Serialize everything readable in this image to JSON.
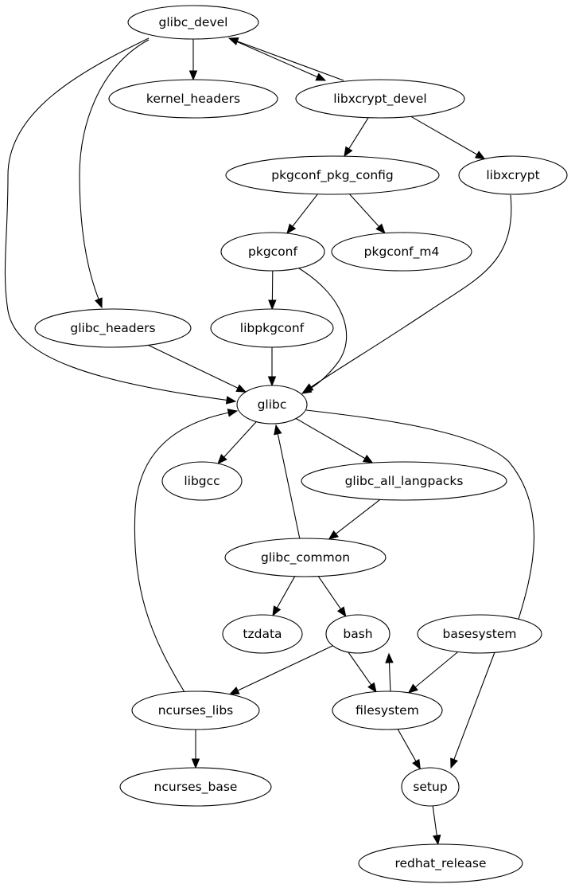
{
  "diagram": {
    "type": "directed-graph",
    "title": "",
    "nodes": [
      {
        "id": "glibc_devel",
        "label": "glibc_devel"
      },
      {
        "id": "kernel_headers",
        "label": "kernel_headers"
      },
      {
        "id": "libxcrypt_devel",
        "label": "libxcrypt_devel"
      },
      {
        "id": "pkgconf_pkg_config",
        "label": "pkgconf_pkg_config"
      },
      {
        "id": "libxcrypt",
        "label": "libxcrypt"
      },
      {
        "id": "pkgconf",
        "label": "pkgconf"
      },
      {
        "id": "pkgconf_m4",
        "label": "pkgconf_m4"
      },
      {
        "id": "glibc_headers",
        "label": "glibc_headers"
      },
      {
        "id": "libpkgconf",
        "label": "libpkgconf"
      },
      {
        "id": "glibc",
        "label": "glibc"
      },
      {
        "id": "libgcc",
        "label": "libgcc"
      },
      {
        "id": "glibc_all_langpacks",
        "label": "glibc_all_langpacks"
      },
      {
        "id": "glibc_common",
        "label": "glibc_common"
      },
      {
        "id": "tzdata",
        "label": "tzdata"
      },
      {
        "id": "bash",
        "label": "bash"
      },
      {
        "id": "basesystem",
        "label": "basesystem"
      },
      {
        "id": "ncurses_libs",
        "label": "ncurses_libs"
      },
      {
        "id": "filesystem",
        "label": "filesystem"
      },
      {
        "id": "ncurses_base",
        "label": "ncurses_base"
      },
      {
        "id": "setup",
        "label": "setup"
      },
      {
        "id": "redhat_release",
        "label": "redhat_release"
      }
    ],
    "edges": [
      {
        "from": "glibc_devel",
        "to": "kernel_headers"
      },
      {
        "from": "glibc_devel",
        "to": "libxcrypt_devel"
      },
      {
        "from": "libxcrypt_devel",
        "to": "glibc_devel"
      },
      {
        "from": "glibc_devel",
        "to": "glibc_headers"
      },
      {
        "from": "glibc_devel",
        "to": "glibc"
      },
      {
        "from": "libxcrypt_devel",
        "to": "pkgconf_pkg_config"
      },
      {
        "from": "libxcrypt_devel",
        "to": "libxcrypt"
      },
      {
        "from": "pkgconf_pkg_config",
        "to": "pkgconf"
      },
      {
        "from": "pkgconf_pkg_config",
        "to": "pkgconf_m4"
      },
      {
        "from": "pkgconf",
        "to": "libpkgconf"
      },
      {
        "from": "pkgconf",
        "to": "glibc"
      },
      {
        "from": "libxcrypt",
        "to": "glibc"
      },
      {
        "from": "glibc_headers",
        "to": "glibc"
      },
      {
        "from": "libpkgconf",
        "to": "glibc"
      },
      {
        "from": "glibc",
        "to": "libgcc"
      },
      {
        "from": "glibc",
        "to": "glibc_all_langpacks"
      },
      {
        "from": "glibc",
        "to": "basesystem"
      },
      {
        "from": "glibc_all_langpacks",
        "to": "glibc_common"
      },
      {
        "from": "glibc_common",
        "to": "glibc"
      },
      {
        "from": "glibc_common",
        "to": "tzdata"
      },
      {
        "from": "glibc_common",
        "to": "bash"
      },
      {
        "from": "ncurses_libs",
        "to": "glibc"
      },
      {
        "from": "bash",
        "to": "ncurses_libs"
      },
      {
        "from": "bash",
        "to": "filesystem"
      },
      {
        "from": "filesystem",
        "to": "bash"
      },
      {
        "from": "basesystem",
        "to": "filesystem"
      },
      {
        "from": "basesystem",
        "to": "setup"
      },
      {
        "from": "ncurses_libs",
        "to": "ncurses_base"
      },
      {
        "from": "filesystem",
        "to": "setup"
      },
      {
        "from": "setup",
        "to": "redhat_release"
      }
    ]
  }
}
